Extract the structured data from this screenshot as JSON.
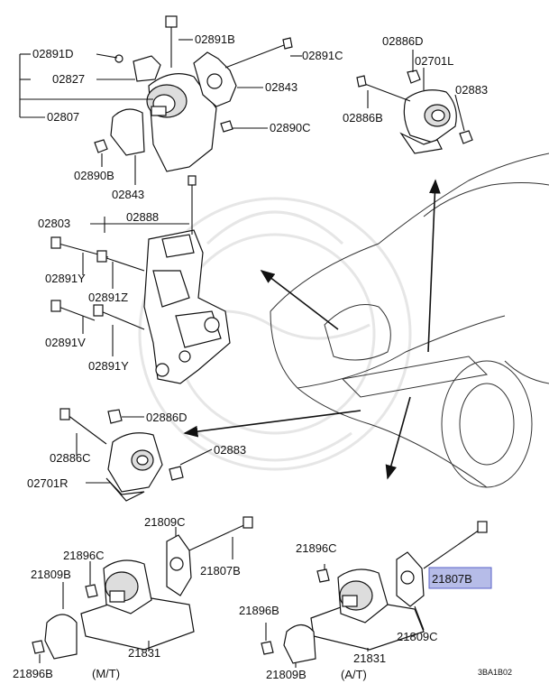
{
  "labels": {
    "p02891D": "02891D",
    "p02891B": "02891B",
    "p02891C": "02891C",
    "p02827": "02827",
    "p02843_top": "02843",
    "p02807": "02807",
    "p02890C": "02890C",
    "p02890B": "02890B",
    "p02843_bot": "02843",
    "p02886D_top": "02886D",
    "p02701L": "02701L",
    "p02883_top": "02883",
    "p02886B": "02886B",
    "p02803": "02803",
    "p02888": "02888",
    "p02891Y_1": "02891Y",
    "p02891Z": "02891Z",
    "p02891V": "02891V",
    "p02891Y_2": "02891Y",
    "p02886D_mid": "02886D",
    "p02886C": "02886C",
    "p02883_mid": "02883",
    "p02701R": "02701R",
    "p21809C_left": "21809C",
    "p21896C_left": "21896C",
    "p21807B_left": "21807B",
    "p21809B_left": "21809B",
    "p21831_left": "21831",
    "p21896B_left": "21896B",
    "mt": "(M/T)",
    "p21896C_right": "21896C",
    "p21807B_right": "21807B",
    "p21896B_right": "21896B",
    "p21809C_right": "21809C",
    "p21831_right": "21831",
    "p21809B_right": "21809B",
    "at": "(A/T)",
    "ref": "3BA1B02"
  },
  "highlight": {
    "part": "21807B",
    "fill": "#b6bce8",
    "border": "#5a62c8"
  }
}
